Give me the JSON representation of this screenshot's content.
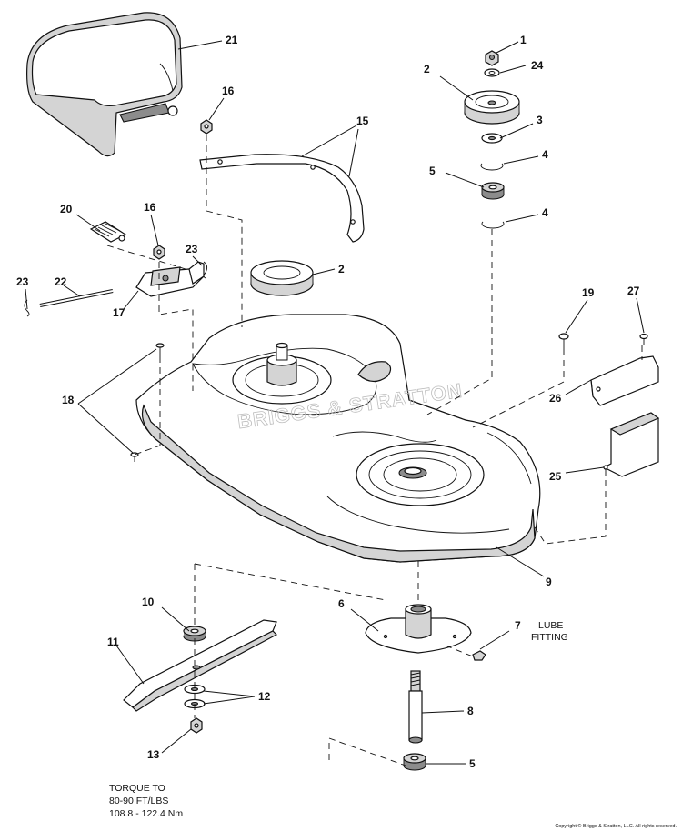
{
  "callouts": {
    "c1": "1",
    "c2a": "2",
    "c2b": "2",
    "c3": "3",
    "c4a": "4",
    "c4b": "4",
    "c5a": "5",
    "c5b": "5",
    "c6": "6",
    "c7": "7",
    "c8": "8",
    "c9": "9",
    "c10": "10",
    "c11": "11",
    "c12": "12",
    "c13": "13",
    "c15": "15",
    "c16a": "16",
    "c16b": "16",
    "c17": "17",
    "c18": "18",
    "c19": "19",
    "c20": "20",
    "c21": "21",
    "c22": "22",
    "c23a": "23",
    "c23b": "23",
    "c24": "24",
    "c25": "25",
    "c26": "26",
    "c27": "27"
  },
  "notes": {
    "lube_line1": "LUBE",
    "lube_line2": "FITTING",
    "torque_line1": "TORQUE TO",
    "torque_line2": "80-90 FT/LBS",
    "torque_line3": "108.8 - 122.4 Nm"
  },
  "watermark": "BRIGGS & STRATTON",
  "copyright": "Copyright © Briggs & Stratton, LLC. All rights reserved."
}
